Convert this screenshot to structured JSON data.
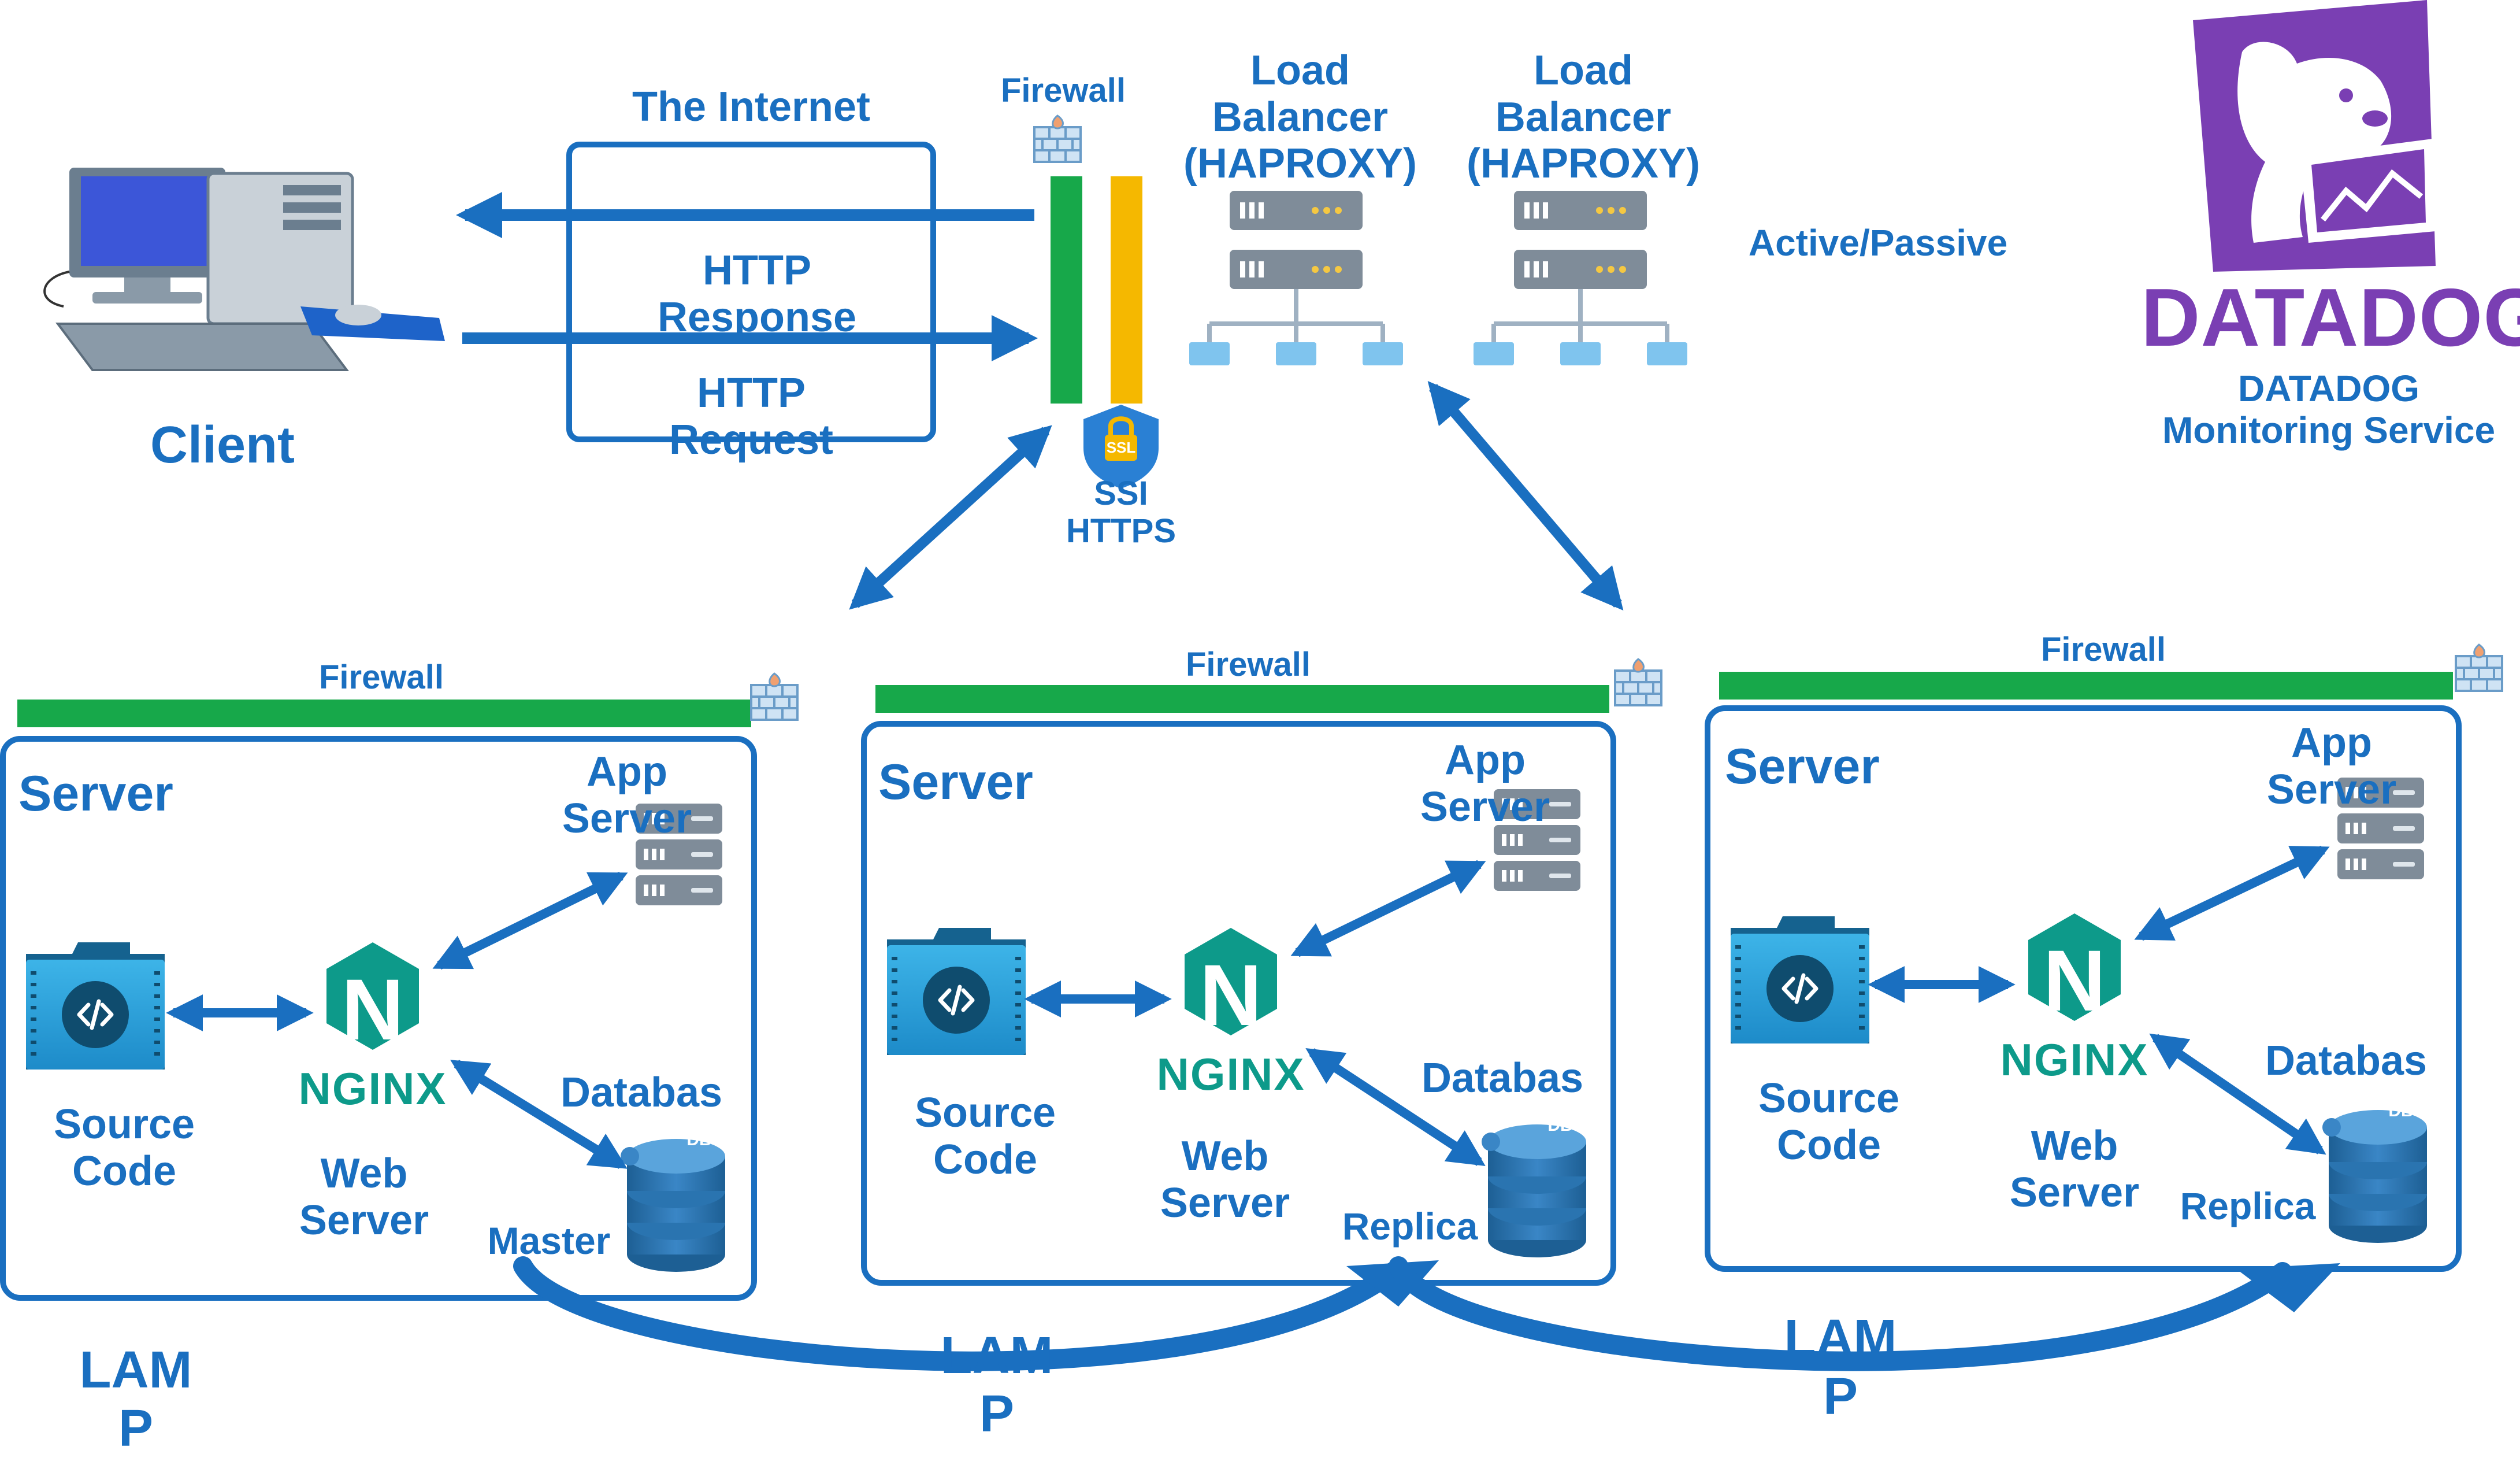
{
  "top": {
    "internet_label": "The Internet",
    "http_response": "HTTP\nResponse",
    "http_request": "HTTP\nRequest",
    "client_label": "Client",
    "firewall_label": "Firewall",
    "ssl_badge": "SSL",
    "ssl_label": "SSI\nHTTPS",
    "load_balancer_1": "Load\nBalancer\n(HAPROXY)",
    "load_balancer_2": "Load\nBalancer\n(HAPROXY)",
    "active_passive": "Active/Passive",
    "datadog_word": "DATADOG",
    "datadog_service": "DATADOG\nMonitoring Service"
  },
  "servers": [
    {
      "firewall_label": "Firewall",
      "title": "Server",
      "app_server": "App\nServer",
      "source_code": "Source\nCode",
      "web_server": "Web\nServer",
      "database": "Databas",
      "db_role": "Master",
      "db_badge": "DB",
      "nginx_letter": "N",
      "nginx_word": "NGINX",
      "stack": "LAM\nP"
    },
    {
      "firewall_label": "Firewall",
      "title": "Server",
      "app_server": "App\nServer",
      "source_code": "Source\nCode",
      "web_server": "Web\nServer",
      "database": "Databas",
      "db_role": "Replica",
      "db_badge": "DB",
      "nginx_letter": "N",
      "nginx_word": "NGINX",
      "stack": "LAM\nP"
    },
    {
      "firewall_label": "Firewall",
      "title": "Server",
      "app_server": "App\nServer",
      "source_code": "Source\nCode",
      "web_server": "Web\nServer",
      "database": "Databas",
      "db_role": "Replica",
      "db_badge": "DB",
      "nginx_letter": "N",
      "nginx_word": "NGINX",
      "stack": "LAM\nP"
    }
  ],
  "colors": {
    "primary_blue": "#1a6fc0",
    "firewall_green": "#17a84a",
    "ssl_yellow": "#f5b800",
    "nginx_teal": "#0d9a8a",
    "datadog_purple": "#7a3fb3",
    "server_gray": "#7f8c99"
  }
}
